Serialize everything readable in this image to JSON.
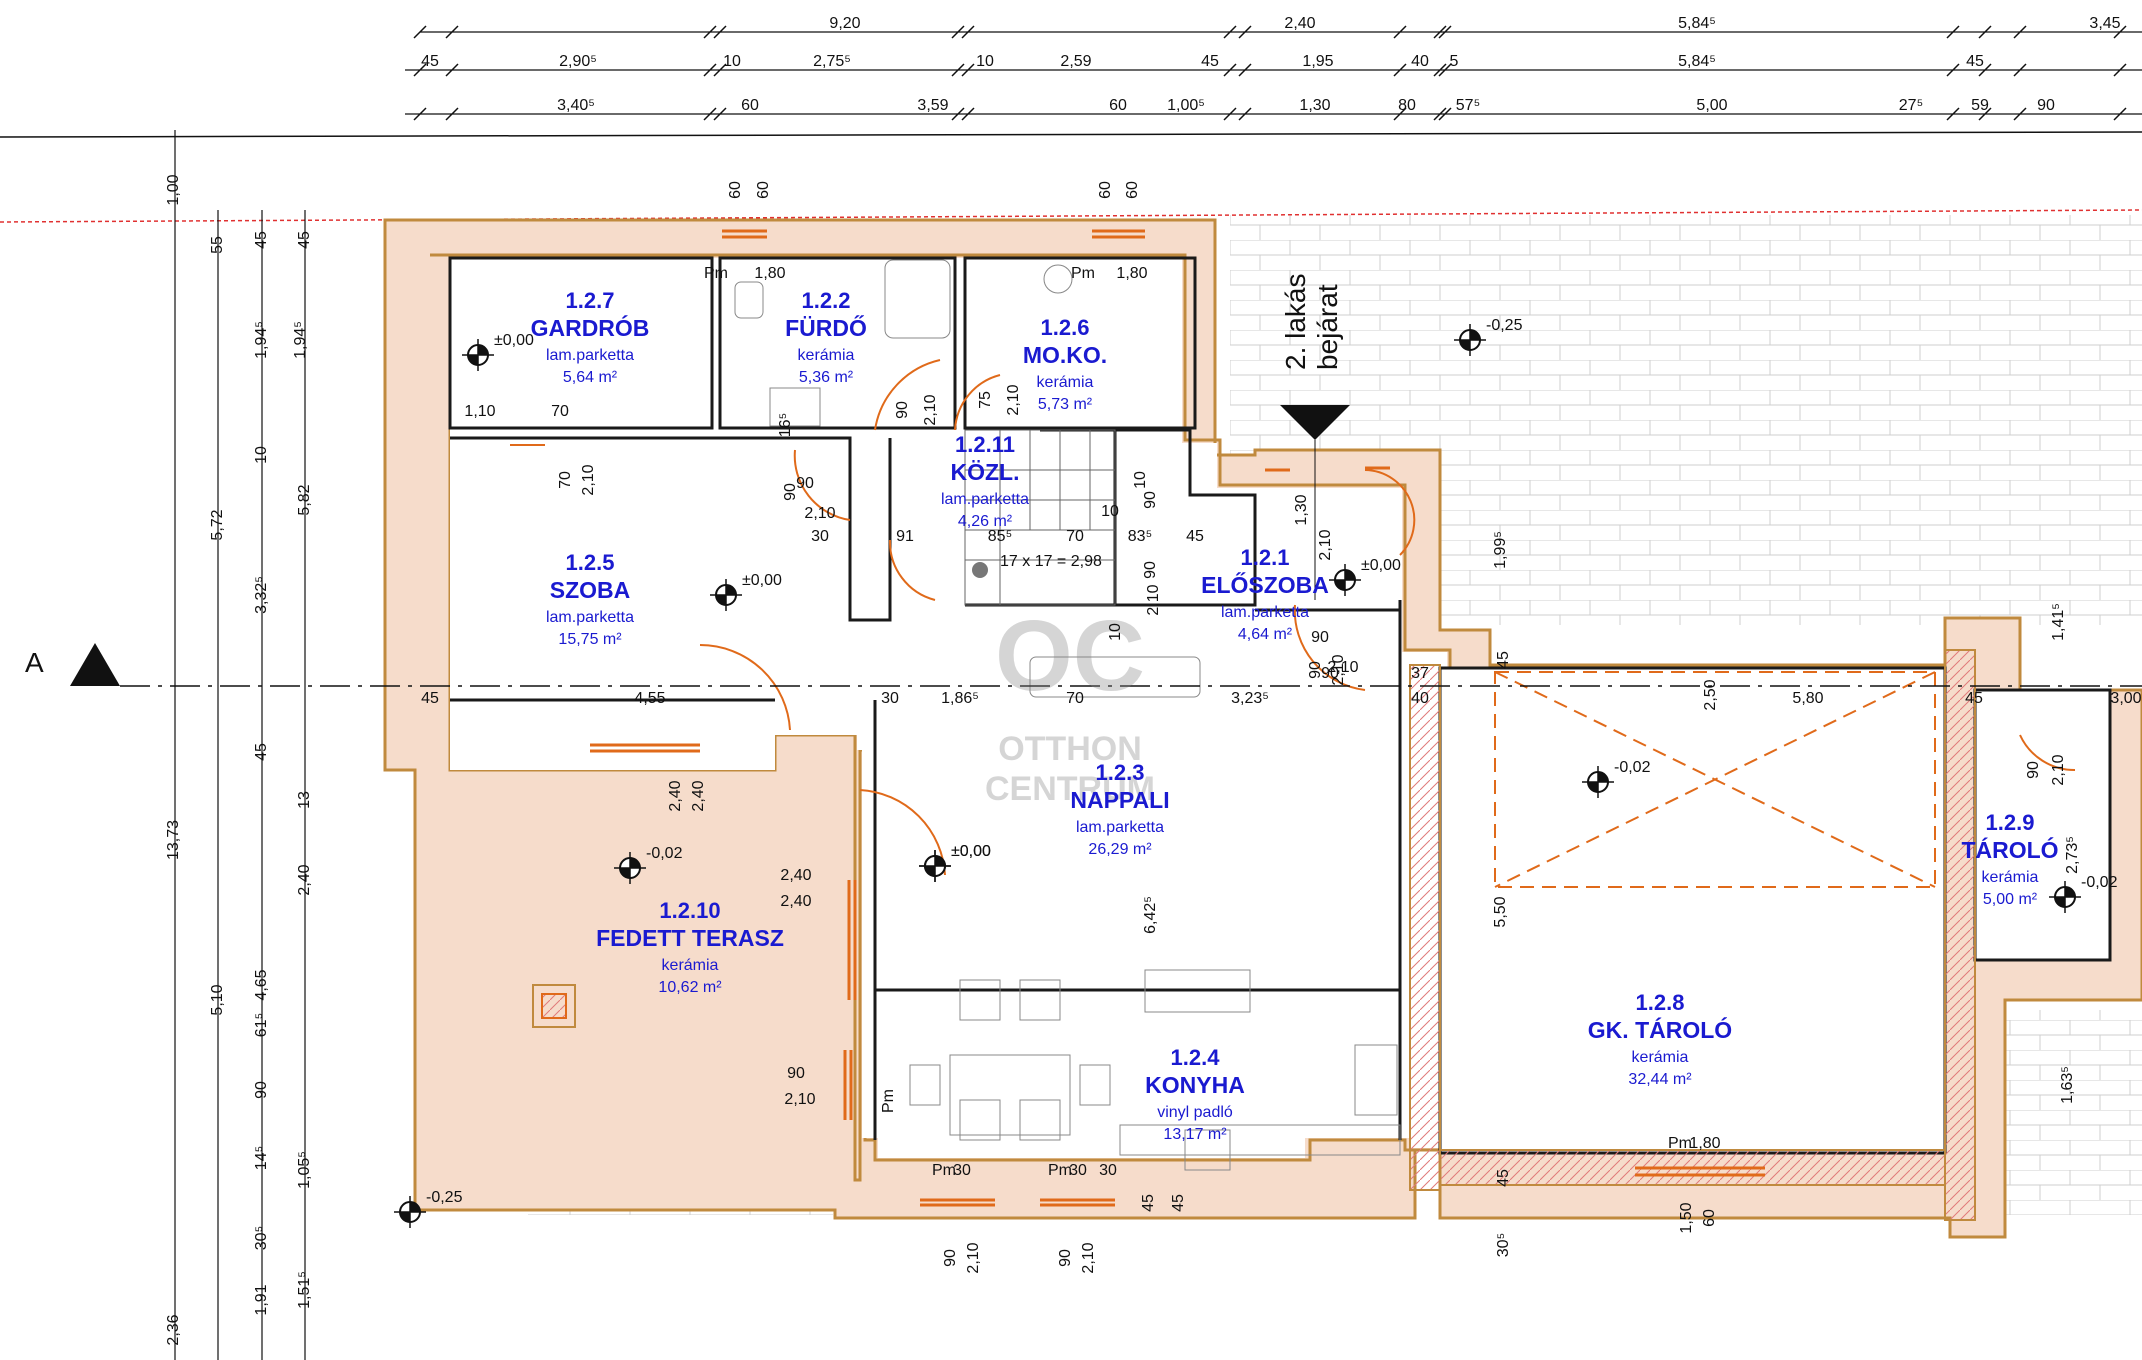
{
  "entrance_label": [
    "2. lakás",
    "bejárat"
  ],
  "section_marker": "A",
  "watermark": {
    "logo": "OC",
    "line1": "OTTHON",
    "line2": "CENTRUM"
  },
  "stair_note": "17 x 17 = 2,98",
  "rooms": [
    {
      "id": "1.2.7",
      "name": "GARDRÓB",
      "material": "lam.parketta",
      "area": "5,64 m²"
    },
    {
      "id": "1.2.2",
      "name": "FÜRDŐ",
      "material": "kerámia",
      "area": "5,36 m²"
    },
    {
      "id": "1.2.6",
      "name": "MO.KO.",
      "material": "kerámia",
      "area": "5,73 m²"
    },
    {
      "id": "1.2.11",
      "name": "KÖZL.",
      "material": "lam.parketta",
      "area": "4,26 m²"
    },
    {
      "id": "1.2.1",
      "name": "ELŐSZOBA",
      "material": "lam.parketta",
      "area": "4,64 m²"
    },
    {
      "id": "1.2.5",
      "name": "SZOBA",
      "material": "lam.parketta",
      "area": "15,75 m²"
    },
    {
      "id": "1.2.3",
      "name": "NAPPALI",
      "material": "lam.parketta",
      "area": "26,29 m²"
    },
    {
      "id": "1.2.10",
      "name": "FEDETT TERASZ",
      "material": "kerámia",
      "area": "10,62 m²"
    },
    {
      "id": "1.2.4",
      "name": "KONYHA",
      "material": "vinyl padló",
      "area": "13,17 m²"
    },
    {
      "id": "1.2.8",
      "name": "GK. TÁROLÓ",
      "material": "kerámia",
      "area": "32,44 m²"
    },
    {
      "id": "1.2.9",
      "name": "TÁROLÓ",
      "material": "kerámia",
      "area": "5,00 m²"
    }
  ],
  "levels": [
    "±0,00",
    "-0,25",
    "±0,00",
    "±0,00",
    "±0,00",
    "-0,02",
    "±0,00",
    "-0,02",
    "-0,02",
    "-0,25"
  ],
  "top_dims_row1": [
    "9,20",
    "2,40",
    "5,84⁵",
    "3,45"
  ],
  "top_dims_row2": [
    "45",
    "2,90⁵",
    "10",
    "2,75⁵",
    "10",
    "2,59",
    "45",
    "1,95",
    "40",
    "5",
    "5,84⁵",
    "45"
  ],
  "top_dims_row3": [
    "3,40⁵",
    "60",
    "3,59",
    "60",
    "1,00⁵",
    "1,30",
    "80",
    "57⁵",
    "5,00",
    "27⁵",
    "59",
    "90"
  ],
  "left_dims_outer": [
    "1,00",
    "13,73",
    "2,36"
  ],
  "left_dims_mid": [
    "55",
    "5,72",
    "5,10"
  ],
  "left_dims_col3": [
    "45",
    "1,94⁵",
    "10",
    "3,32⁵",
    "45",
    "4,65",
    "61⁵",
    "90",
    "14⁵",
    "30⁵",
    "1,91"
  ],
  "left_dims_col4": [
    "45",
    "5,82",
    "13",
    "2,40",
    "1,05⁵",
    "1,51⁵"
  ],
  "axis_dims": [
    "45",
    "4,55",
    "30",
    "1,86⁵",
    "70",
    "3,23⁵",
    "40",
    "5,80",
    "45",
    "3,00"
  ],
  "openings": [
    "60",
    "60",
    "Pm",
    "1,80",
    "60",
    "60",
    "Pm",
    "1,80",
    "90",
    "2,10",
    "75",
    "2,10",
    "1,10",
    "70",
    "70",
    "2,10",
    "16⁵",
    "90",
    "2,10",
    "90",
    "30",
    "91",
    "85⁵",
    "70",
    "10",
    "83⁵",
    "45",
    "90",
    "2,10",
    "10",
    "90",
    "10",
    "90",
    "2,10",
    "1,30",
    "2,10",
    "90",
    "2,10",
    "90",
    "37",
    "2,40",
    "2,40",
    "2,40",
    "2,40",
    "90",
    "2,10",
    "Pm",
    "30",
    "Pm",
    "30",
    "Pm",
    "30",
    "90",
    "2,10",
    "90",
    "2,10",
    "Pm",
    "1,80",
    "1,50",
    "60",
    "90",
    "2,10",
    "2,50",
    "1,99⁵",
    "5,50",
    "6,42⁵",
    "1,41⁵",
    "2,73⁵",
    "1,63⁵",
    "45",
    "45",
    "45",
    "45",
    "30⁵",
    "1,94⁵"
  ],
  "colors": {
    "room_label": "#1a1ad0",
    "wall_fill": "#f6dccb",
    "door": "#e06a1a",
    "dim_line": "#3d78d6",
    "boundary": "#e03030"
  }
}
